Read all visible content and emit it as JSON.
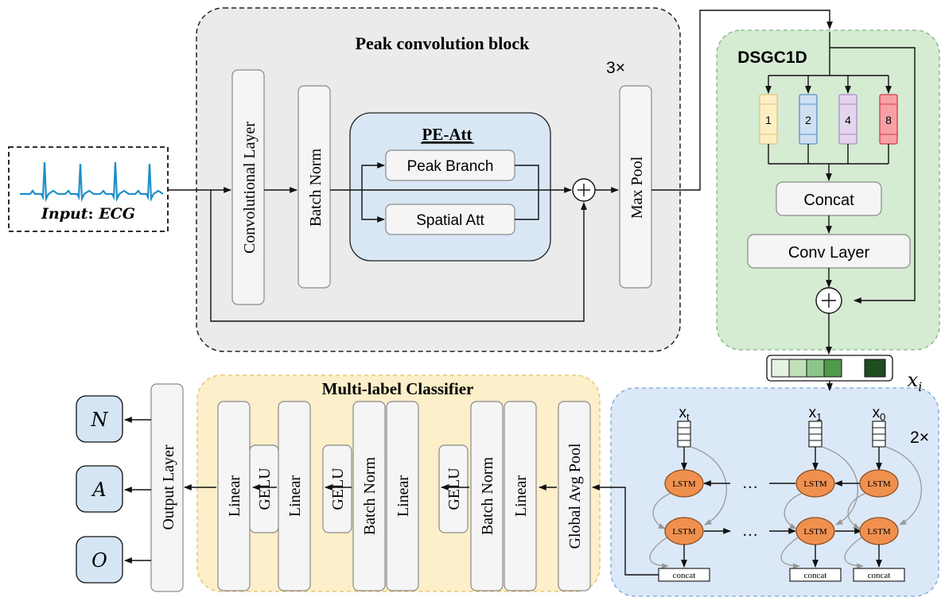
{
  "input": {
    "label_italic": "Input",
    "label_sep": ": ",
    "label_value": "ECG"
  },
  "peak_block": {
    "title": "Peak convolution block",
    "repeat": "3×",
    "conv_label": "Convolutional Layer",
    "bn_label": "Batch Norm",
    "pe_att": {
      "title": "PE-Att",
      "peak_branch": "Peak Branch",
      "spatial_att": "Spatial Att"
    },
    "maxpool_label": "Max Pool"
  },
  "dsgc": {
    "title": "DSGC1D",
    "dilations": [
      "1",
      "2",
      "4",
      "8"
    ],
    "concat_label": "Concat",
    "conv_label": "Conv Layer"
  },
  "feature": {
    "label_var": "x",
    "label_sub": "i"
  },
  "bilstm": {
    "repeat": "2×",
    "inputs": [
      {
        "var": "x",
        "sub": "t"
      },
      {
        "var": "x",
        "sub": "1"
      },
      {
        "var": "x",
        "sub": "0"
      }
    ],
    "cell_label": "LSTM",
    "ellipsis": "…",
    "concat_label": "concat"
  },
  "classifier": {
    "title": "Multi-label Classifier",
    "layers": [
      "Linear",
      "GELU",
      "Linear",
      "GELU",
      "Batch Norm",
      "Linear",
      "GELU",
      "Batch Norm",
      "Linear",
      "Global Avg Pool"
    ]
  },
  "output": {
    "layer_label": "Output Layer",
    "classes": [
      "N",
      "A",
      "O"
    ]
  },
  "colors": {
    "peak_block_bg": "#ebebeb",
    "pe_att_bg": "#d9e7f5",
    "dsgc_bg": "#d5ebd2",
    "bilstm_bg": "#dbe8f7",
    "classifier_bg": "#fcefc9",
    "lstm_cell": "#f0904f",
    "ecg_line": "#1f8ec9",
    "dilation_1": "#fcefc6",
    "dilation_2": "#cfe0f3",
    "dilation_4": "#e3d5ee",
    "dilation_8": "#f7a1a5"
  }
}
